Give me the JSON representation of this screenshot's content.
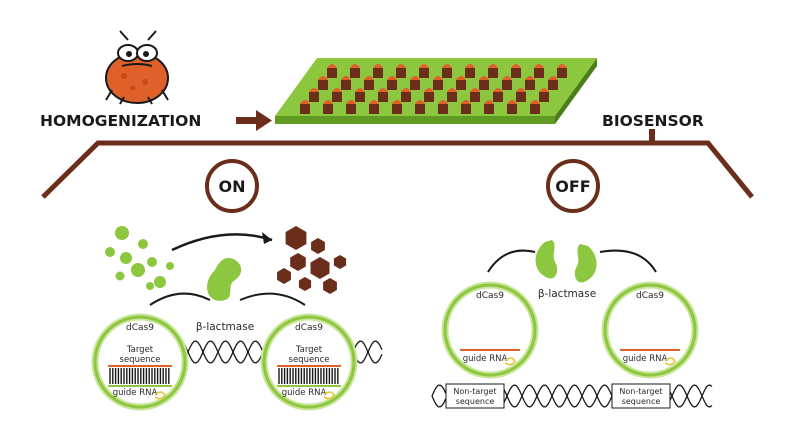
{
  "header": {
    "left_label": "HOMOGENIZATION",
    "right_label": "BIOSENSOR"
  },
  "states": {
    "on": {
      "label": "ON",
      "enzyme_label": "β-lactmase",
      "cells": [
        {
          "protein_label": "dCas9",
          "target_label": "Target sequence",
          "guide_label": "guide RNA"
        },
        {
          "protein_label": "dCas9",
          "target_label": "Target sequence",
          "guide_label": "guide RNA"
        }
      ]
    },
    "off": {
      "label": "OFF",
      "enzyme_label": "β-lactmase",
      "cells": [
        {
          "protein_label": "dCas9",
          "guide_label": "guide RNA",
          "nontarget_label": "Non-target sequence"
        },
        {
          "protein_label": "dCas9",
          "guide_label": "guide RNA",
          "nontarget_label": "Non-target sequence"
        }
      ]
    }
  },
  "colors": {
    "brown": "#6b2e1a",
    "dark_brown": "#5a2414",
    "green": "#8dc63f",
    "light_green": "#c9e59a",
    "orange": "#e0602a"
  }
}
